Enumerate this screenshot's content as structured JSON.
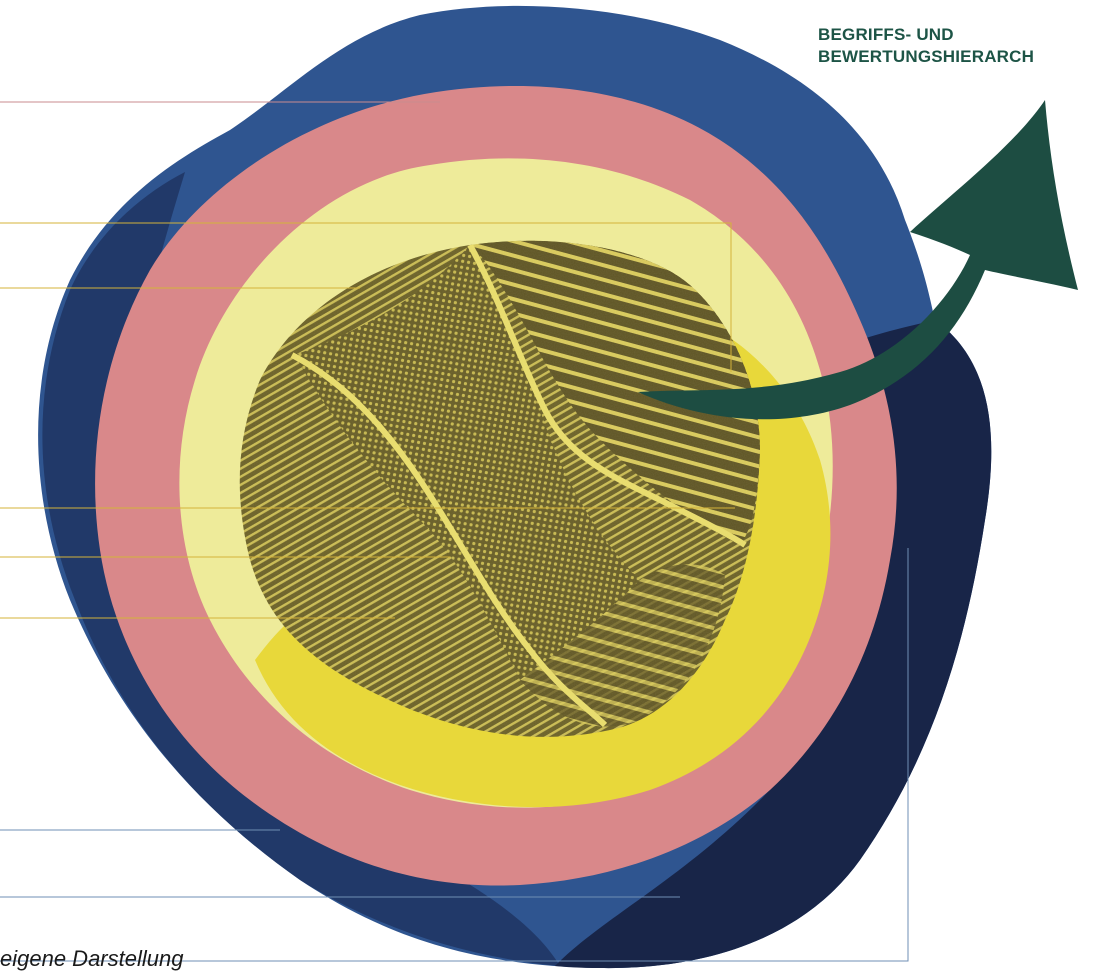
{
  "header": {
    "title_line1": "BEGRIFFS- UND",
    "title_line2": "BEWERTUNGSHIERARCH"
  },
  "caption": "eigene Darstellung",
  "colors": {
    "outer_blue": "#2f5590",
    "outer_blue_dark": "#1e3563",
    "outer_navy": "#182548",
    "pink": "#d9888a",
    "pale_yellow": "#eeeb9a",
    "yellow": "#e8d83a",
    "core_olive": "#6b6127",
    "core_line_light": "#d8c95a",
    "arrow_green": "#1d4d42",
    "title_green": "#1d5446",
    "leader_pink": "#c98b8f",
    "leader_yellow": "#d4b33a",
    "leader_blue": "#6f8fb4"
  }
}
